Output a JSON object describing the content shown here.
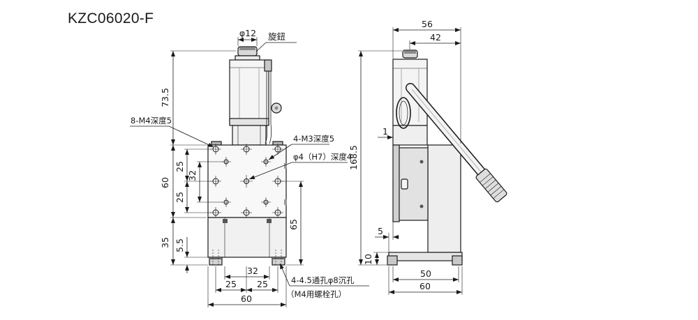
{
  "title": "KZC06020-F",
  "front_view": {
    "knob_diameter": "φ12",
    "knob_label": "旋鈕",
    "dim_motor_height": "73.5",
    "dim_carriage_height": "60",
    "dim_hole_pitch_upper": "25",
    "dim_hole_pitch_center": "32",
    "dim_hole_pitch_lower": "25",
    "dim_base_height": "35",
    "dim_foot_height": "5.5",
    "dim_right_height": "65",
    "dim_bottom_inner": "32",
    "dim_bottom_left": "25",
    "dim_bottom_right": "25",
    "dim_bottom_width": "60",
    "callout_m4": "8-M4深度5",
    "callout_m3": "4-M3深度5",
    "callout_pin": "φ4（H7）深度4",
    "callout_mount": "4-4.5通孔φ8沉孔",
    "callout_mount_note": "（M4用螺栓孔）"
  },
  "side_view": {
    "dim_total_width": "56",
    "dim_motor_offset": "42",
    "dim_total_height": "168.5",
    "dim_gap": "1",
    "dim_step": "5",
    "dim_base_thickness": "10",
    "dim_base_inner": "50",
    "dim_base_width": "60"
  }
}
